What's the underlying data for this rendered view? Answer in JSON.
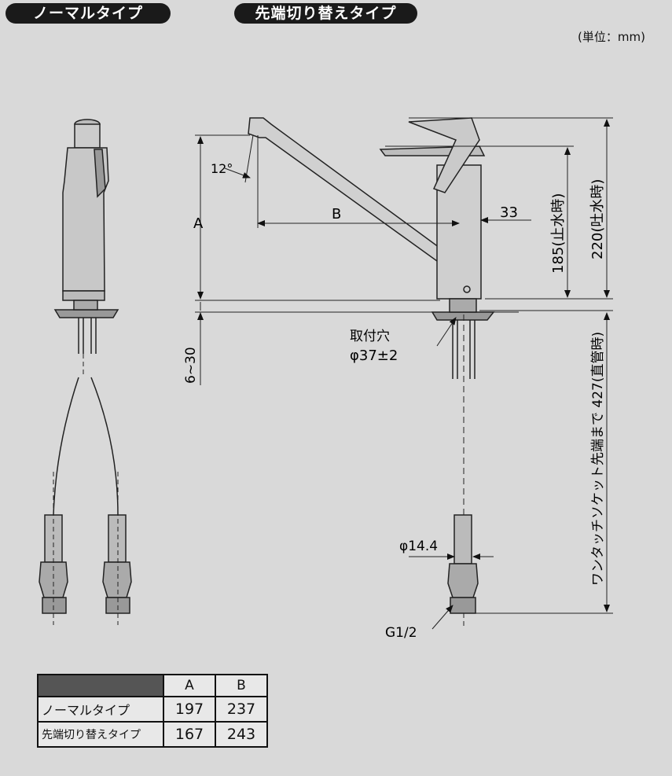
{
  "tabs": {
    "normal": "ノーマルタイプ",
    "switching": "先端切り替えタイプ"
  },
  "unit": "(単位：mm)",
  "dimensions": {
    "angle": "12°",
    "a": "A",
    "b": "B",
    "d33": "33",
    "stop_height": "185(止水時)",
    "spout_height": "220(吐水時)",
    "range": "6~30",
    "hole_label": "取付穴",
    "hole_dia": "φ37±2",
    "socket_length": "ワンタッチソケット先端まで 427(直管時)",
    "hose_dia": "φ14.4",
    "thread": "G1/2"
  },
  "table": {
    "headers": [
      "",
      "A",
      "B"
    ],
    "rows": [
      {
        "label": "ノーマルタイプ",
        "a": "197",
        "b": "237"
      },
      {
        "label": "先端切り替えタイプ",
        "a": "167",
        "b": "243"
      }
    ]
  }
}
